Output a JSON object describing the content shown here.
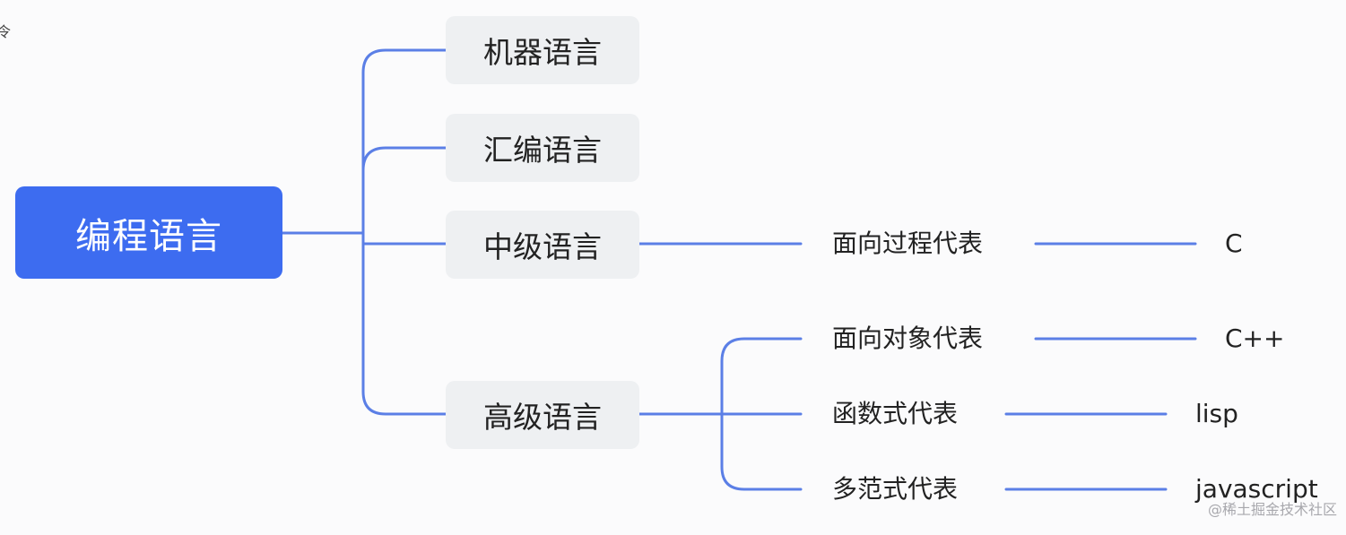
{
  "mindmap": {
    "root": {
      "label": "编程语言"
    },
    "levels": [
      {
        "label": "机器语言"
      },
      {
        "label": "汇编语言"
      },
      {
        "label": "中级语言"
      },
      {
        "label": "高级语言"
      }
    ],
    "paradigms": [
      {
        "label": "面向过程代表",
        "example": "C"
      },
      {
        "label": "面向对象代表",
        "example": "C++"
      },
      {
        "label": "函数式代表",
        "example": "lisp"
      },
      {
        "label": "多范式代表",
        "example": "javascript"
      }
    ]
  },
  "colors": {
    "root_fill": "#3d6cf0",
    "node_fill": "#eef0f2",
    "connector": "#5b7fe6",
    "background": "#fbfbfc"
  },
  "credit": "@稀土掘金技术社区"
}
